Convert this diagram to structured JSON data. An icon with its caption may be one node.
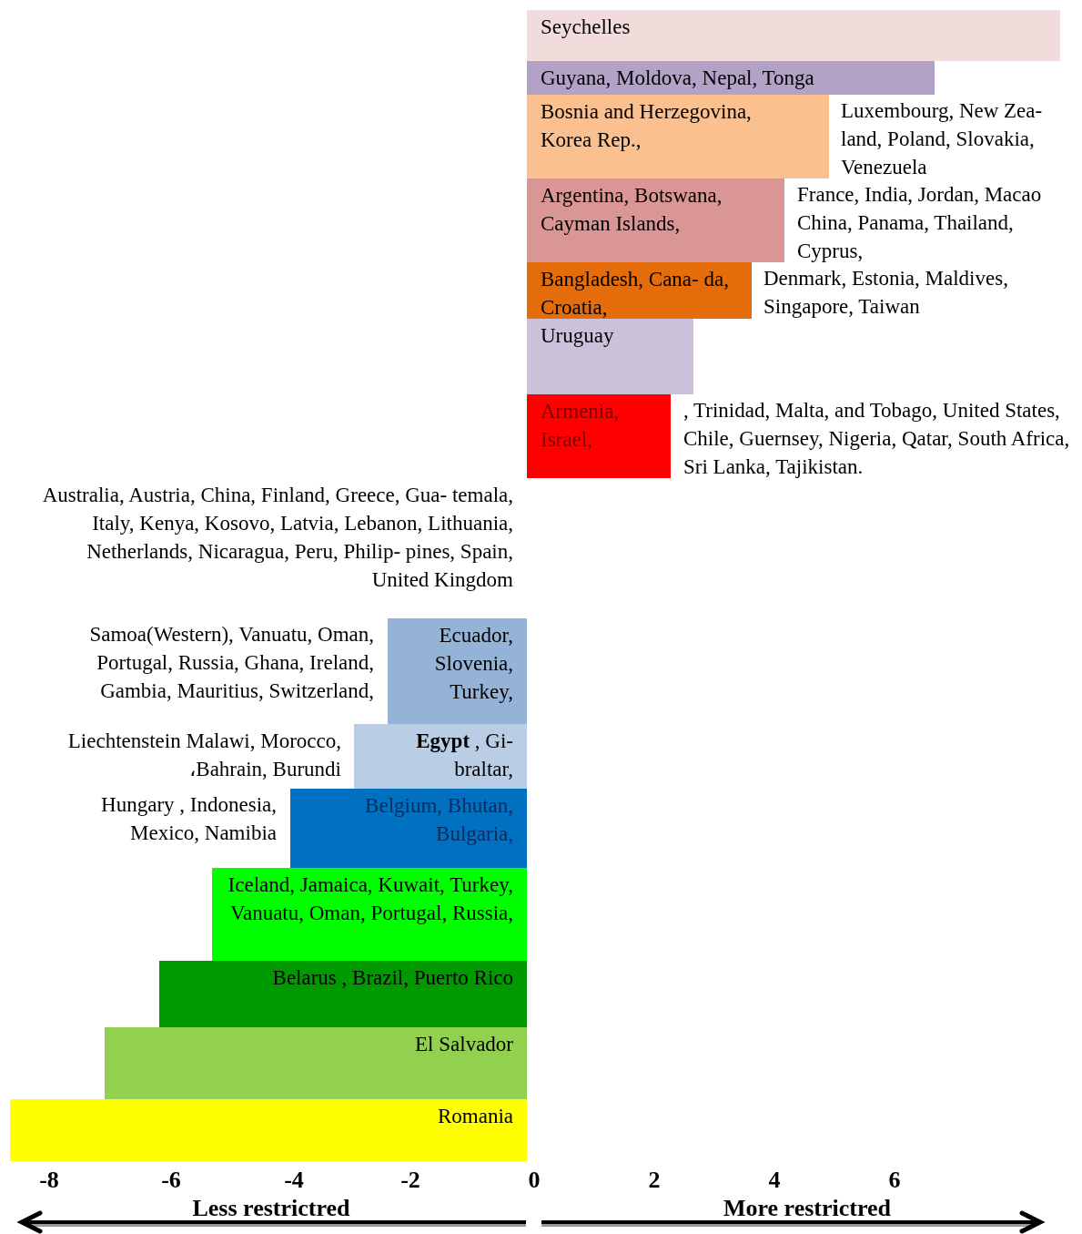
{
  "diagram": {
    "nodes": [
      {
        "text": [
          "Seychelles"
        ]
      },
      {
        "text": [
          "Guyana, Moldova, Nepal, Tonga"
        ]
      },
      {
        "text": [
          "Bosnia and Herzegovina, Korea Rep.,"
        ],
        "beside": [
          "Luxembourg, New Zea- land, Poland, Slovakia, Venezuela"
        ]
      },
      {
        "text": [
          "Argentina, Botswana, Cayman Islands,"
        ],
        "beside": [
          "France, India, Jordan, Macao China, Panama, Thailand, Cyprus,"
        ]
      },
      {
        "text": [
          "Bangladesh, Cana- da, Croatia,"
        ],
        "beside": [
          "Denmark, Estonia, Maldives, Singapore, Taiwan"
        ]
      },
      {
        "text": [
          "Uruguay"
        ]
      },
      {
        "text": [
          "Armenia, Israel,"
        ],
        "beside": [
          ", Trinidad, Malta, and Tobago, United States, Chile, Guernsey, Nigeria, Qatar, South Africa, Sri Lanka, Tajikistan."
        ]
      },
      {
        "text": [
          "Ecuador, Slovenia, Turkey,"
        ],
        "beside": [
          "Samoa(Western), Vanuatu, Oman, Portugal, Russia, Ghana, Ireland, Gambia, Mauritius, Switzerland,"
        ]
      },
      {
        "text": [
          "**Egypt** , Gi- braltar,"
        ],
        "beside": [
          "Liechtenstein Malawi, Morocco, ،Bahrain, Burundi"
        ]
      },
      {
        "text": [
          "Belgium, Bhutan, Bulgaria,"
        ],
        "beside": [
          "Hungary , Indonesia, Mexico, Namibia"
        ]
      },
      {
        "text": [
          "Iceland, Jamaica, Kuwait, Turkey, Vanuatu, Oman, Portugal, Russia,"
        ]
      },
      {
        "text": [
          "Belarus , Brazil, Puerto Rico"
        ]
      },
      {
        "text": [
          "El Salvador"
        ]
      },
      {
        "text": [
          "Romania"
        ]
      }
    ],
    "labels": [
      "Australia, Austria, China, Finland, Greece, Gua- temala, Italy, Kenya, Kosovo, Latvia, Lebanon, Lithuania, Netherlands, Nicaragua, Peru, Philip- pines, Spain, United Kingdom",
      "-8",
      "-6",
      "-4",
      "-2",
      "0",
      "2",
      "4",
      "6",
      "Less restrictred",
      "More restrictred"
    ]
  }
}
